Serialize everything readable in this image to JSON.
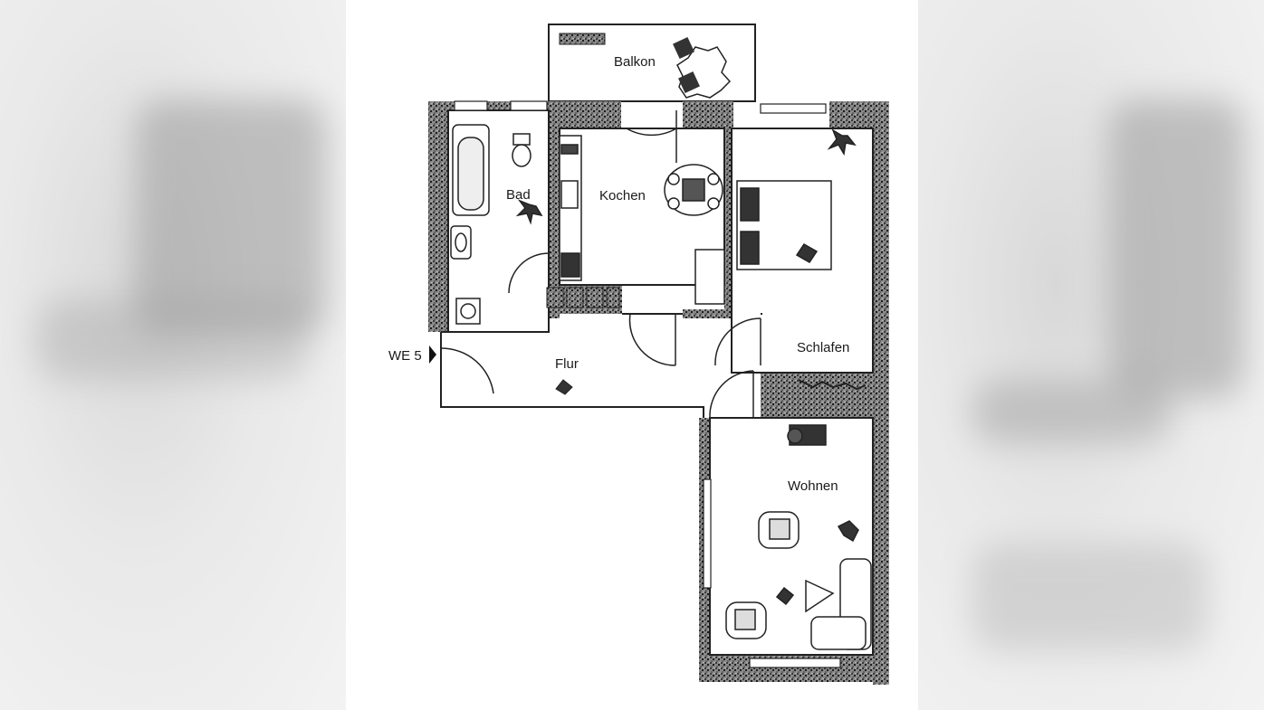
{
  "rooms": {
    "balkon": "Balkon",
    "bad": "Bad",
    "kochen": "Kochen",
    "flur": "Flur",
    "schlafen": "Schlafen",
    "wohnen": "Wohnen"
  },
  "entry": {
    "label": "WE 5"
  },
  "colors": {
    "wall": "#2a2a2a",
    "paper": "#ffffff",
    "line": "#222222"
  }
}
